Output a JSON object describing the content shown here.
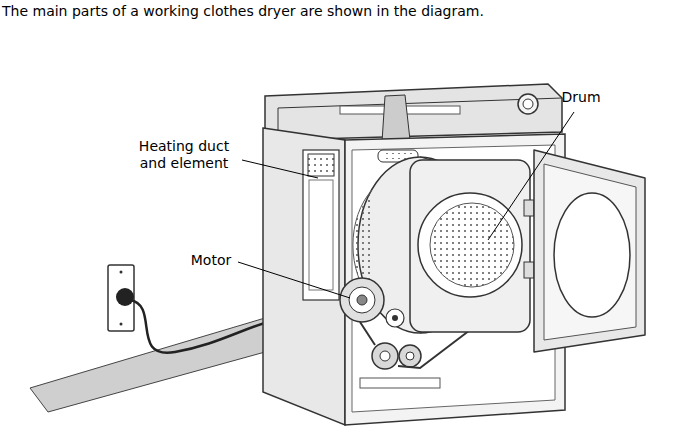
{
  "diagram": {
    "title": "The main parts of a working clothes dryer are shown in the diagram.",
    "labels": [
      "Heating duct and element",
      "Motor",
      "Drum"
    ]
  }
}
